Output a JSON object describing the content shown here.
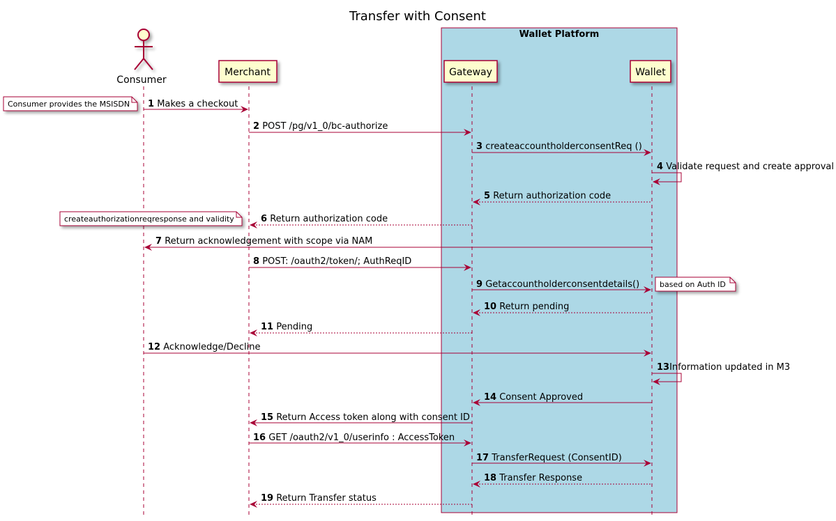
{
  "title": "Transfer with Consent",
  "box": {
    "label": "Wallet Platform",
    "fill": "#ADD8E6"
  },
  "colors": {
    "line": "#A80036",
    "participant_fill": "#FEFECE",
    "note_fill": "#FFFFFF"
  },
  "participants": [
    {
      "id": "consumer",
      "label": "Consumer",
      "kind": "actor"
    },
    {
      "id": "merchant",
      "label": "Merchant",
      "kind": "participant"
    },
    {
      "id": "gateway",
      "label": "Gateway",
      "kind": "participant"
    },
    {
      "id": "wallet",
      "label": "Wallet",
      "kind": "participant"
    }
  ],
  "messages": [
    {
      "num": "1",
      "text": "Makes a checkout",
      "from": "consumer",
      "to": "merchant",
      "style": "solid"
    },
    {
      "num": "2",
      "text": "POST /pg/v1_0/bc-authorize",
      "from": "merchant",
      "to": "gateway",
      "style": "solid"
    },
    {
      "num": "3",
      "text": "createaccountholderconsentReq ()",
      "from": "gateway",
      "to": "wallet",
      "style": "solid"
    },
    {
      "num": "4",
      "text": "Validate request and create approval",
      "from": "wallet",
      "to": "wallet",
      "style": "solid"
    },
    {
      "num": "5",
      "text": "Return authorization code",
      "from": "wallet",
      "to": "gateway",
      "style": "dashed"
    },
    {
      "num": "6",
      "text": "Return authorization code",
      "from": "gateway",
      "to": "merchant",
      "style": "dashed"
    },
    {
      "num": "7",
      "text": "Return acknowledgement with scope via NAM",
      "from": "wallet",
      "to": "consumer",
      "style": "solid"
    },
    {
      "num": "8",
      "text": "POST: /oauth2/token/; AuthReqID",
      "from": "merchant",
      "to": "gateway",
      "style": "solid"
    },
    {
      "num": "9",
      "text": "Getaccountholderconsentdetails()",
      "from": "gateway",
      "to": "wallet",
      "style": "solid"
    },
    {
      "num": "10",
      "text": "Return pending",
      "from": "wallet",
      "to": "gateway",
      "style": "dashed"
    },
    {
      "num": "11",
      "text": "Pending",
      "from": "gateway",
      "to": "merchant",
      "style": "dashed"
    },
    {
      "num": "12",
      "text": "Acknowledge/Decline",
      "from": "consumer",
      "to": "wallet",
      "style": "solid"
    },
    {
      "num": "13",
      "text": "Information updated in M3",
      "from": "wallet",
      "to": "wallet",
      "style": "solid"
    },
    {
      "num": "14",
      "text": "Consent Approved",
      "from": "wallet",
      "to": "gateway",
      "style": "solid"
    },
    {
      "num": "15",
      "text": "Return Access token along with consent ID",
      "from": "gateway",
      "to": "merchant",
      "style": "solid"
    },
    {
      "num": "16",
      "text": "GET /oauth2/v1_0/userinfo : AccessToken",
      "from": "merchant",
      "to": "gateway",
      "style": "solid"
    },
    {
      "num": "17",
      "text": "TransferRequest (ConsentID)",
      "from": "gateway",
      "to": "wallet",
      "style": "solid"
    },
    {
      "num": "18",
      "text": "Transfer Response",
      "from": "wallet",
      "to": "gateway",
      "style": "dashed"
    },
    {
      "num": "19",
      "text": "Return Transfer status",
      "from": "gateway",
      "to": "merchant",
      "style": "dashed"
    }
  ],
  "notes": [
    {
      "text": "Consumer provides the MSISDN",
      "at_message": "1",
      "side": "left-of-consumer"
    },
    {
      "text": "createauthorizationreqresponse and validity",
      "at_message": "6",
      "side": "left-of-merchant"
    },
    {
      "text": "based on Auth ID",
      "at_message": "9",
      "side": "right-of-wallet"
    }
  ]
}
